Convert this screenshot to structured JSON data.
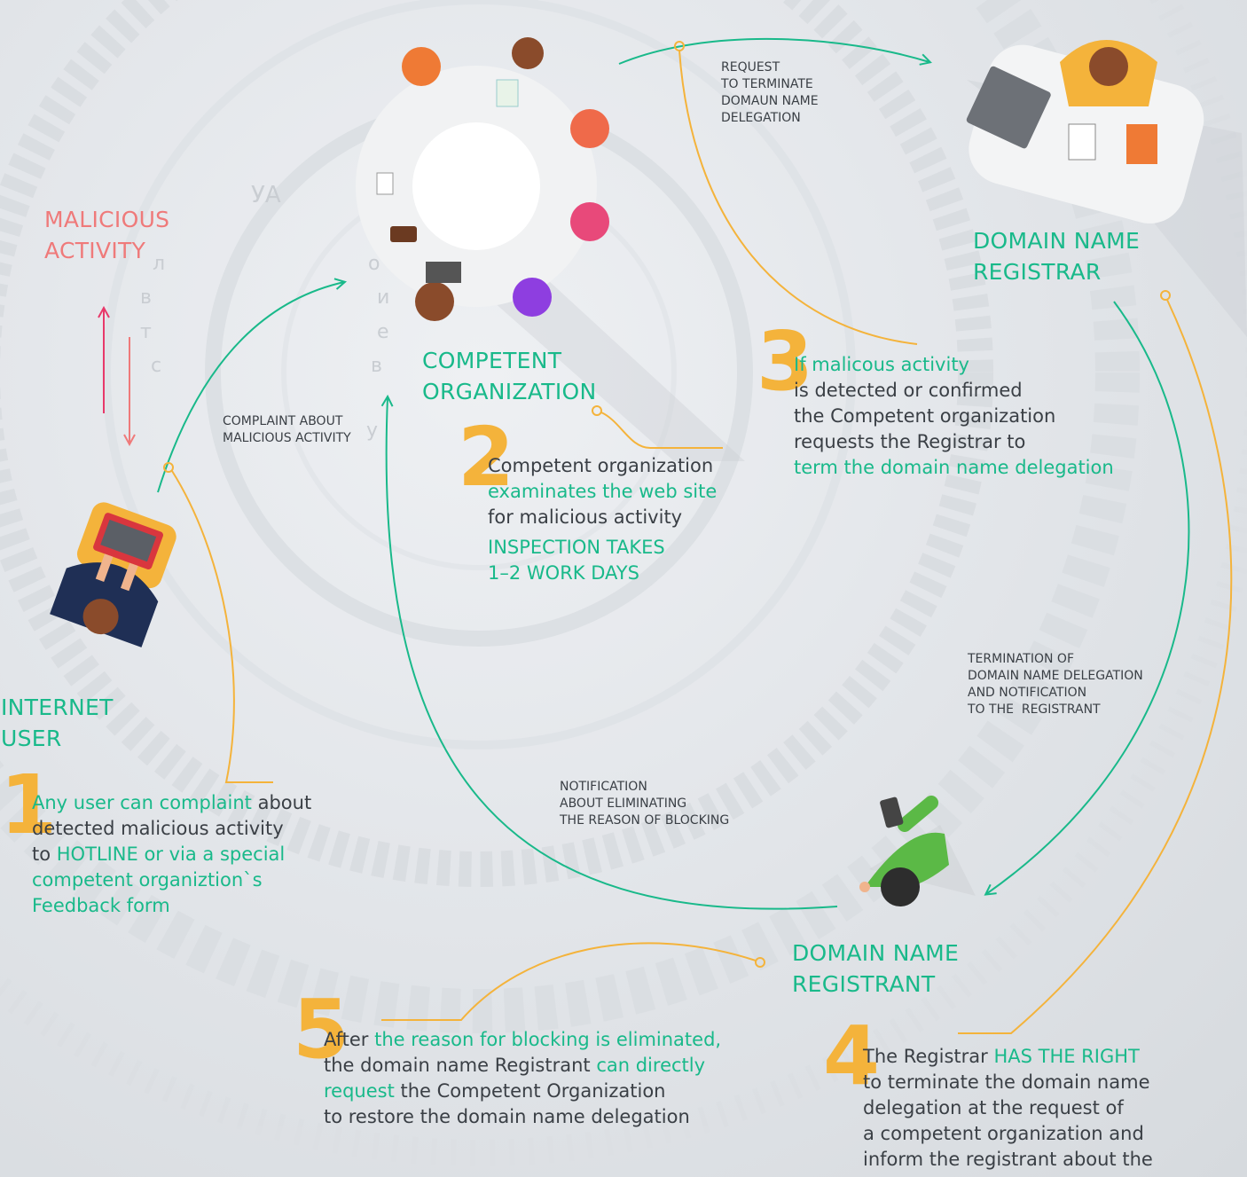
{
  "actors": {
    "internet_user": "INTERNET\nUSER",
    "competent_org": "COMPETENT\nORGANIZATION",
    "registrar": "DOMAIN NAME\nREGISTRAR",
    "registrant": "DOMAIN NAME\nREGISTRANT",
    "malicious": "MALICIOUS\nACTIVITY"
  },
  "flows": {
    "complaint": "COMPLAINT ABOUT\nMALICIOUS ACTIVITY",
    "request": "REQUEST\nTO TERMINATE\nDOMAUN NAME\nDELEGATION",
    "termination": "TERMINATION OF\nDOMAIN NAME DELEGATION\nAND NOTIFICATION\nTO THE  REGISTRANT",
    "notification": "NOTIFICATION\nABOUT ELIMINATING\nTHE REASON OF BLOCKING"
  },
  "steps": {
    "s1": {
      "num": "1",
      "a": "Any user can complaint",
      "b": " about\ndetected malicious activity\nto ",
      "c": "HOTLINE or via a special\ncompetent organiztion`s\nFeedback form"
    },
    "s2": {
      "num": "2",
      "a": "Competent organization\n",
      "b": "examinates the web site",
      "c": "\nfor malicious activity",
      "d": "INSPECTION TAKES\n1–2 WORK DAYS"
    },
    "s3": {
      "num": "3",
      "a": "If malicous activity",
      "b": "\nis detected or confirmed\nthe Competent organization\nrequests the Registrar to\n",
      "c": "term the domain name delegation"
    },
    "s4": {
      "num": "4",
      "a": "The Registrar ",
      "b": "HAS THE RIGHT",
      "c": "\nto terminate the domain name\ndelegation at the request of\na competent organization and\ninform the registrant about the"
    },
    "s5": {
      "num": "5",
      "a": "After ",
      "b": "the reason for blocking is eliminated,",
      "c": "\nthe domain name Registrant ",
      "d": "can directly\nrequest",
      "e": " the Competent Organization\nto restore the domain name delegation"
    }
  },
  "decor_letters": [
    "УА",
    "л",
    "в",
    "т",
    "с",
    "о",
    "и",
    "е",
    "в",
    "у"
  ],
  "colors": {
    "green": "#19b98a",
    "orange": "#f4b33b",
    "red": "#ef7a7a",
    "pink": "#e8396a",
    "text": "#3a3f45"
  }
}
